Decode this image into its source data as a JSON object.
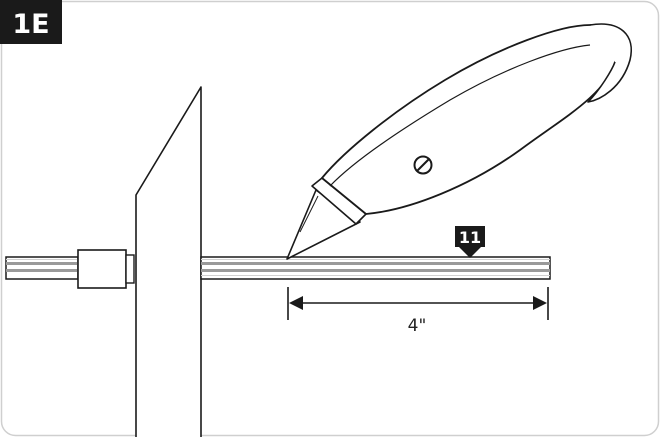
{
  "step_label": "1E",
  "callout": "11",
  "dimension": "4\"",
  "colors": {
    "ink": "#1a1a1a",
    "tube": "#9a9a9a",
    "tube_light": "#d8d8d8",
    "paper": "#ffffff",
    "frame": "#cfcfcf"
  }
}
